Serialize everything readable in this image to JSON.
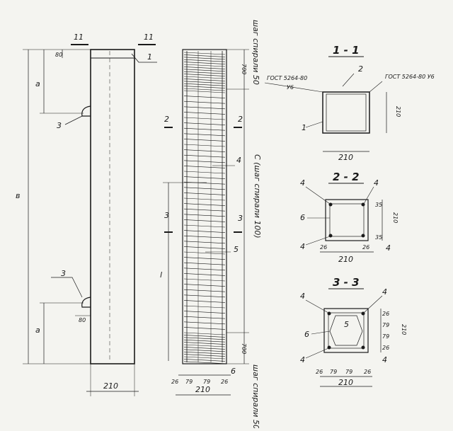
{
  "elevation_left": {
    "cut_markers": [
      "1",
      "1"
    ],
    "dim_top": "80",
    "dim_a_top": "a",
    "dim_a_bottom": "a",
    "dim_b": "в",
    "hook_labels": [
      "3",
      "3"
    ],
    "part_label": "1",
    "dim_hook": "80",
    "dim_width": "210"
  },
  "elevation_reinf": {
    "label_step_top": "шаг спирали 50",
    "label_step_bottom": "шаг спирали 50",
    "label_step_mid": "C (шаг спирали 100)",
    "dim_700_top": "700",
    "dim_700_bottom": "700",
    "section_2": [
      "2",
      "2"
    ],
    "section_3": [
      "3",
      "3"
    ],
    "callout_4": "4",
    "callout_5": "5",
    "callout_6": "6",
    "dim_l": "l",
    "bottom_dims": [
      "26",
      "79",
      "79",
      "26"
    ],
    "bottom_total": "210"
  },
  "section_1": {
    "title": "1 - 1",
    "gost_left": "ГОСТ 5264-80",
    "gost_left_sub": "У6",
    "gost_right": "ГОСТ 5264-80 У6",
    "callout_1": "1",
    "callout_2": "2",
    "dim_h": "210",
    "dim_w": "210"
  },
  "section_2": {
    "title": "2 - 2",
    "callouts_4": [
      "4",
      "4",
      "4",
      "4"
    ],
    "callout_6": "6",
    "dims_right": [
      "35",
      "210",
      "35"
    ],
    "dims_bottom": [
      "26",
      "210",
      "26"
    ]
  },
  "section_3": {
    "title": "3 - 3",
    "callouts_4": [
      "4",
      "4",
      "4",
      "4"
    ],
    "callout_5": "5",
    "callout_6": "6",
    "dims_right": [
      "26",
      "79",
      "79",
      "26",
      "210"
    ],
    "dims_bottom": [
      "26",
      "79",
      "79",
      "26",
      "210"
    ]
  }
}
